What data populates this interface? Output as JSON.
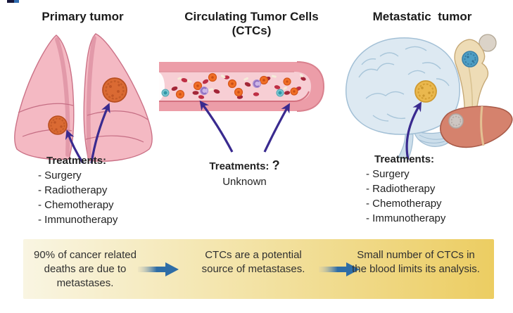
{
  "columns": {
    "primary": {
      "title": "Primary tumor",
      "treatments_label": "Treatments:",
      "treatments": [
        "- Surgery",
        "- Radiotherapy",
        "- Chemotherapy",
        "- Immunotherapy"
      ]
    },
    "ctc": {
      "title_line1": "Circulating Tumor Cells",
      "title_line2": "(CTCs)",
      "treatments_label": "Treatments:",
      "question_mark": "?",
      "treatments_value": "Unknown"
    },
    "metastatic": {
      "title": "Metastatic  tumor",
      "treatments_label": "Treatments:",
      "treatments": [
        "- Surgery",
        "- Radiotherapy",
        "- Chemotherapy",
        "- Immunotherapy"
      ]
    }
  },
  "banner": {
    "items": [
      {
        "text": "90% of cancer related deaths are due to metastases."
      },
      {
        "text": "CTCs are a potential source of metastases."
      },
      {
        "text": "Small number of CTCs in the blood limits its analysis."
      }
    ]
  },
  "icons": {
    "pointer_arrow": "curved purple arrow ↗",
    "flow_arrow": "blue right arrow ➜"
  },
  "colors": {
    "pointer_arrow": "#392a8f",
    "flow_arrow": "#2e6da6",
    "banner_gradient_start": "#f9f5e2",
    "banner_gradient_end": "#eccd62",
    "lung": "#f4b9c3",
    "tumor_orange": "#da6a33",
    "vessel_wall": "#ec9da8",
    "vessel_lumen": "#f7ced4",
    "brain": "#dde9f2",
    "brain_tumor": "#eab84e",
    "bone": "#eedcb6",
    "bone_tumor": "#4f9fc5",
    "liver": "#d5826d",
    "liver_tumor": "#cdc6c2"
  }
}
